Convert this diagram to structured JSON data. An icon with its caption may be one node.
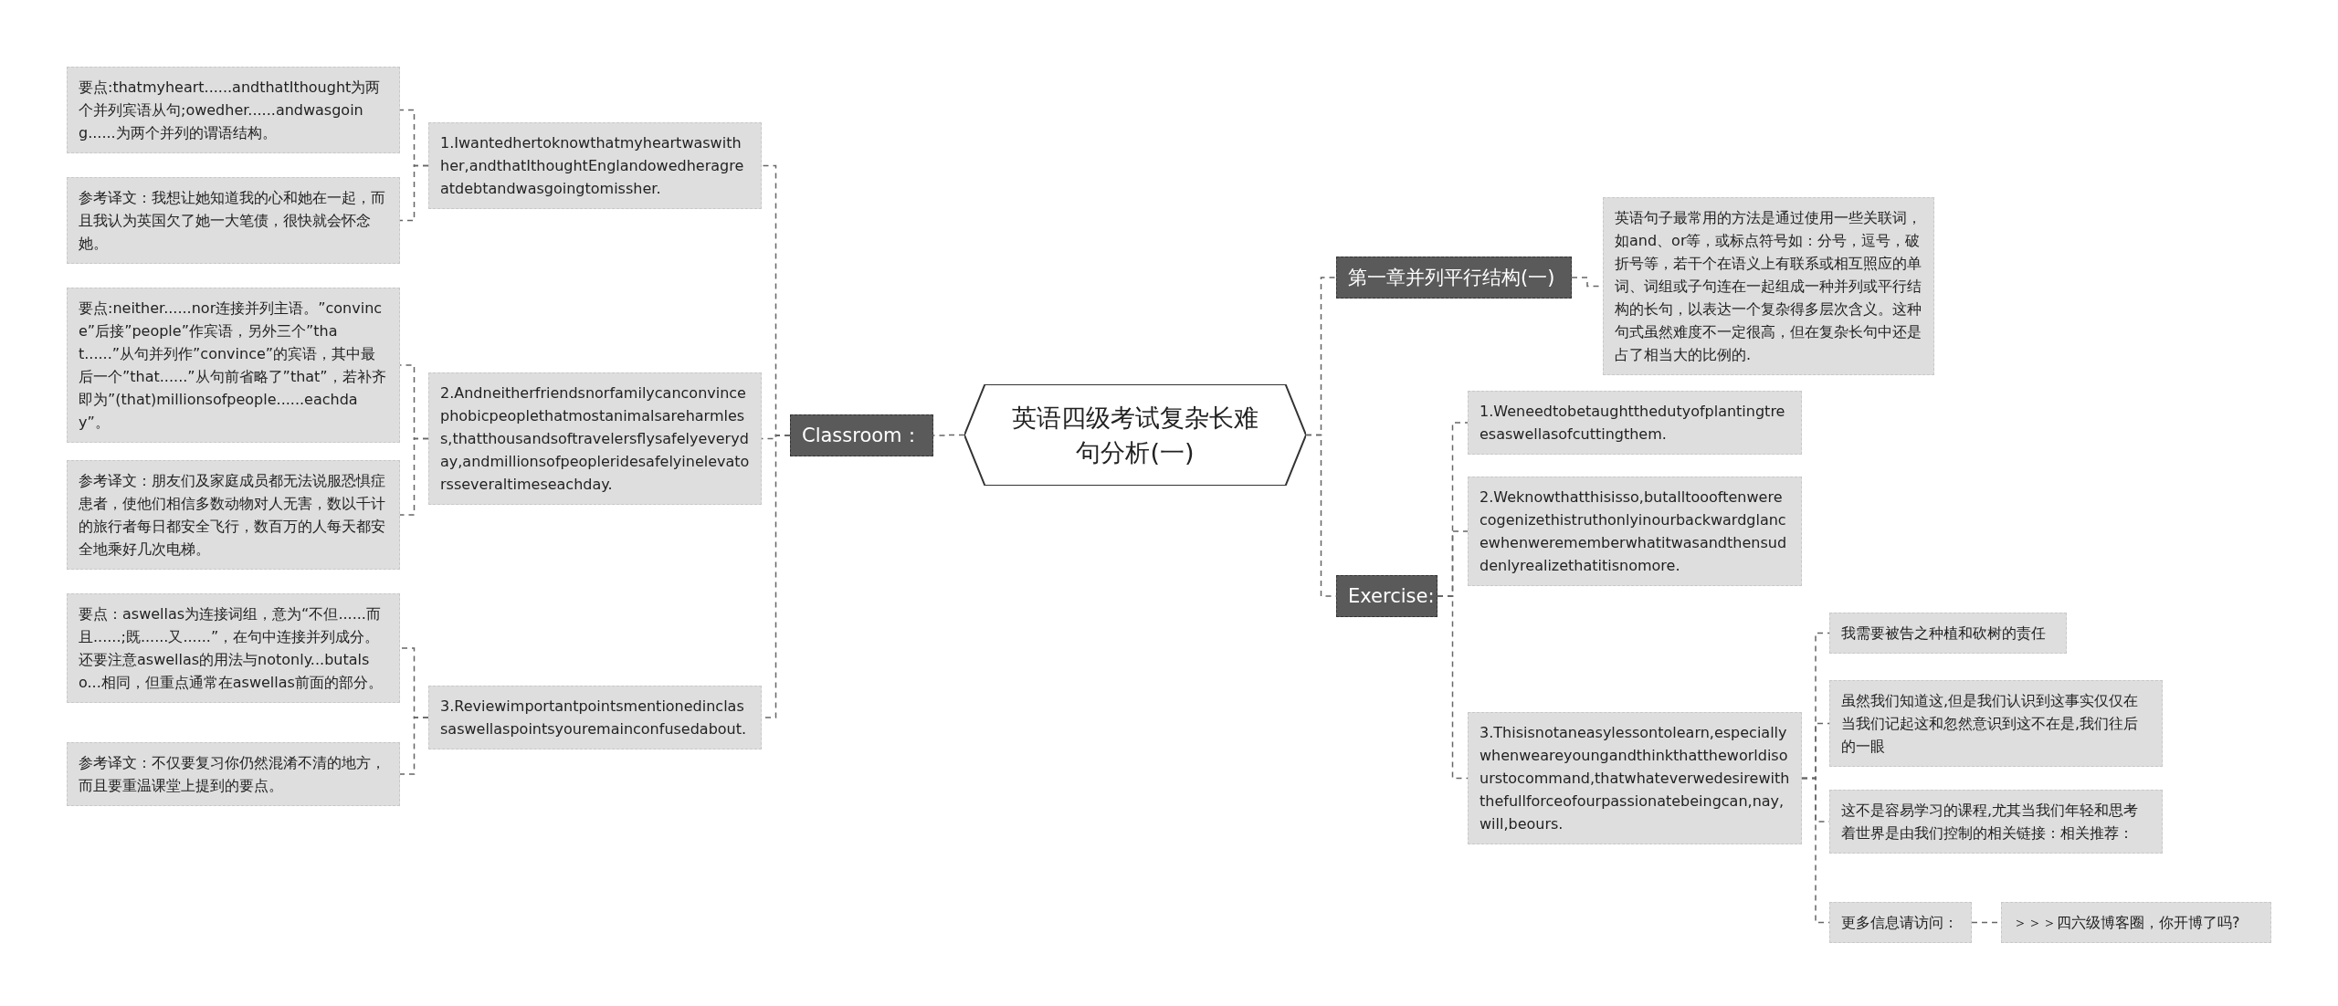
{
  "diagram": {
    "nodes": [
      {
        "text": [
          "英语四级考试复杂长难句分析(一)"
        ]
      },
      {
        "text": [
          "Classroom："
        ]
      },
      {
        "text": [
          "1.Iwantedhertoknowthatmyheartwaswithher,andthatIthoughtEnglandowedheragreatdebtandwasgoingtomissher."
        ]
      },
      {
        "text": [
          "要点:thatmyheart......andthatIthought为两个并列宾语从句;owedher......andwasgoing......为两个并列的谓语结构。"
        ]
      },
      {
        "text": [
          "参考译文：我想让她知道我的心和她在一起，而且我认为英国欠了她一大笔债，很快就会怀念她。"
        ]
      },
      {
        "text": [
          "2.Andneitherfriendsnorfamilycanconvincephobicpeoplethatmostanimalsareharmless,thatthousandsoftravelersflysafelyeveryday,andmillionsofpeopleridesafelyinelevatorsseveraltimeseachday."
        ]
      },
      {
        "text": [
          "要点:neither......nor连接并列主语。”convince”后接”people”作宾语，另外三个”that......”从句并列作”convince”的宾语，其中最后一个”that......”从句前省略了”that”，若补齐即为”(that)millionsofpeople......eachday”。"
        ]
      },
      {
        "text": [
          "参考译文：朋友们及家庭成员都无法说服恐惧症患者，使他们相信多数动物对人无害，数以千计的旅行者每日都安全飞行，数百万的人每天都安全地乘好几次电梯。"
        ]
      },
      {
        "text": [
          "3.Reviewimportantpointsmentionedinclassaswellaspointsyouremainconfusedabout."
        ]
      },
      {
        "text": [
          "要点：aswellas为连接词组，意为“不但......而且......;既......又......”，在句中连接并列成分。还要注意aswellas的用法与notonly...butalso...相同，但重点通常在aswellas前面的部分。"
        ]
      },
      {
        "text": [
          "参考译文：不仅要复习你仍然混淆不清的地方，而且要重温课堂上提到的要点。"
        ]
      },
      {
        "text": [
          "第一章并列平行结构(一)"
        ]
      },
      {
        "text": [
          "英语句子最常用的方法是通过使用一些关联词，如and、or等，或标点符号如：分号，逗号，破折号等，若干个在语义上有联系或相互照应的单词、词组或子句连在一起组成一种并列或平行结构的长句，以表达一个复杂得多层次含义。这种句式虽然难度不一定很高，但在复杂长句中还是占了相当大的比例的."
        ]
      },
      {
        "text": [
          "Exercise:"
        ]
      },
      {
        "text": [
          "1.Weneedtobetaughtthedutyofplantingtreesaswellasofcuttingthem."
        ]
      },
      {
        "text": [
          "2.Weknowthatthisisso,butalltoooftenwerecogenizethistruthonlyinourbackwardglancewhenwerememberwhatitwasandthensuddenlyrealizethatitisnomore."
        ]
      },
      {
        "text": [
          "3.Thisisnotaneasylessontolearn,especiallywhenweareyoungandthinkthattheworldisourstocommand,thatwhateverwedesirewiththefullforceofourpassionatebeingcan,nay,will,beours."
        ]
      },
      {
        "text": [
          "我需要被告之种植和砍树的责任"
        ]
      },
      {
        "text": [
          "虽然我们知道这,但是我们认识到这事实仅仅在当我们记起这和忽然意识到这不在是,我们往后的一眼"
        ]
      },
      {
        "text": [
          "这不是容易学习的课程,尤其当我们年轻和思考着世界是由我们控制的相关链接：相关推荐："
        ]
      },
      {
        "text": [
          "更多信息请访问："
        ]
      },
      {
        "text": [
          "＞＞＞四六级博客圈，你开博了吗?"
        ]
      }
    ],
    "edges": [
      {
        "from": 0,
        "to": 1,
        "arrow": "none"
      },
      {
        "from": 1,
        "to": 2,
        "arrow": "none"
      },
      {
        "from": 2,
        "to": 3,
        "arrow": "none"
      },
      {
        "from": 2,
        "to": 4,
        "arrow": "none"
      },
      {
        "from": 1,
        "to": 5,
        "arrow": "none"
      },
      {
        "from": 5,
        "to": 6,
        "arrow": "none"
      },
      {
        "from": 5,
        "to": 7,
        "arrow": "none"
      },
      {
        "from": 1,
        "to": 8,
        "arrow": "none"
      },
      {
        "from": 8,
        "to": 9,
        "arrow": "none"
      },
      {
        "from": 8,
        "to": 10,
        "arrow": "none"
      },
      {
        "from": 0,
        "to": 11,
        "arrow": "none"
      },
      {
        "from": 11,
        "to": 12,
        "arrow": "none"
      },
      {
        "from": 0,
        "to": 13,
        "arrow": "none"
      },
      {
        "from": 13,
        "to": 14,
        "arrow": "none"
      },
      {
        "from": 13,
        "to": 15,
        "arrow": "none"
      },
      {
        "from": 13,
        "to": 16,
        "arrow": "none"
      },
      {
        "from": 16,
        "to": 17,
        "arrow": "none"
      },
      {
        "from": 16,
        "to": 18,
        "arrow": "none"
      },
      {
        "from": 16,
        "to": 19,
        "arrow": "none"
      },
      {
        "from": 16,
        "to": 20,
        "arrow": "none"
      },
      {
        "from": 20,
        "to": 21,
        "arrow": "none"
      }
    ]
  }
}
